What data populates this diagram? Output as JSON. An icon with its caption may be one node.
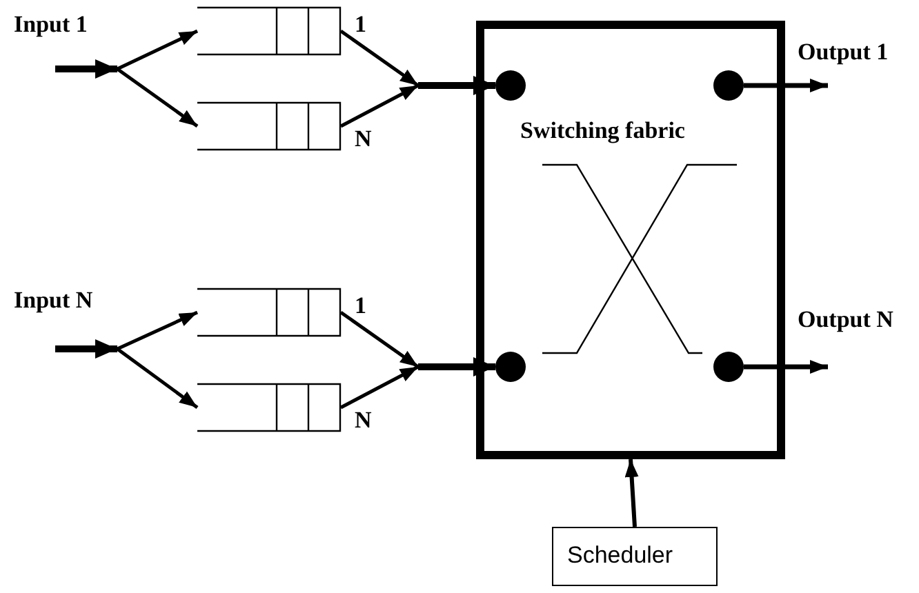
{
  "diagram": {
    "nodes": [
      {
        "text": [
          "Switching fabric"
        ]
      },
      {
        "text": [],
        "shape": "circle",
        "in": 0
      },
      {
        "text": [],
        "shape": "circle",
        "in": 0
      },
      {
        "text": [],
        "shape": "circle",
        "in": 0
      },
      {
        "text": [],
        "shape": "circle",
        "in": 0
      },
      {
        "text": [
          "Scheduler"
        ]
      },
      {
        "text": [],
        "shape": "queue",
        "beside": [
          "1"
        ]
      },
      {
        "text": [],
        "shape": "queue",
        "beside": [
          "N"
        ]
      },
      {
        "text": [],
        "shape": "queue",
        "beside": [
          "1"
        ]
      },
      {
        "text": [],
        "shape": "queue",
        "beside": [
          "N"
        ]
      },
      {
        "text": [
          "Output 1"
        ]
      },
      {
        "text": [
          "Output N"
        ]
      }
    ],
    "edges": [
      {
        "from": null,
        "to": 6,
        "arrow": "to"
      },
      {
        "from": null,
        "to": 7,
        "arrow": "to"
      },
      {
        "from": 6,
        "to": 1,
        "arrow": "to"
      },
      {
        "from": 7,
        "to": 1,
        "arrow": "to"
      },
      {
        "from": null,
        "to": 8,
        "arrow": "to"
      },
      {
        "from": null,
        "to": 9,
        "arrow": "to"
      },
      {
        "from": 8,
        "to": 3,
        "arrow": "to"
      },
      {
        "from": 9,
        "to": 3,
        "arrow": "to"
      },
      {
        "from": 2,
        "to": 10,
        "arrow": "to"
      },
      {
        "from": 4,
        "to": 11,
        "arrow": "to"
      },
      {
        "from": 5,
        "to": 0,
        "arrow": "to"
      }
    ],
    "labels": [
      "Input 1",
      "Input N"
    ]
  }
}
